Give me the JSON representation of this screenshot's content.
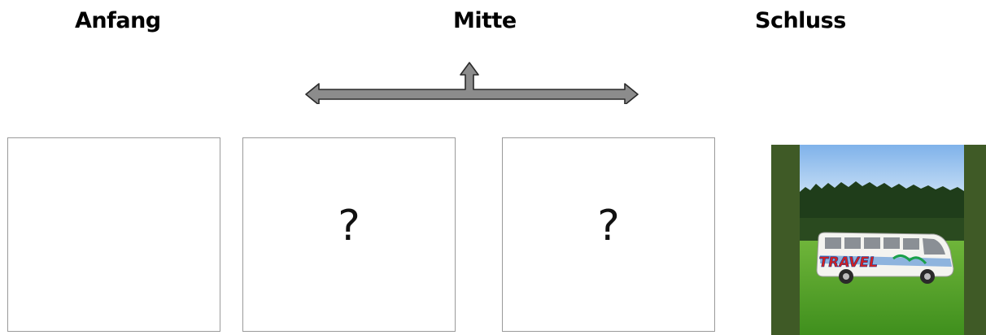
{
  "headings": {
    "start": "Anfang",
    "middle": "Mitte",
    "end": "Schluss"
  },
  "panels": [
    {
      "mark": ""
    },
    {
      "mark": "?"
    },
    {
      "mark": "?"
    }
  ],
  "photo": {
    "bus_text": "TRAVEL"
  },
  "colors": {
    "arrow_fill": "#8c8c8c",
    "arrow_stroke": "#2a2a2a",
    "frame_border": "#9a9a9a",
    "photo_side_bars": "#3f5a26"
  }
}
